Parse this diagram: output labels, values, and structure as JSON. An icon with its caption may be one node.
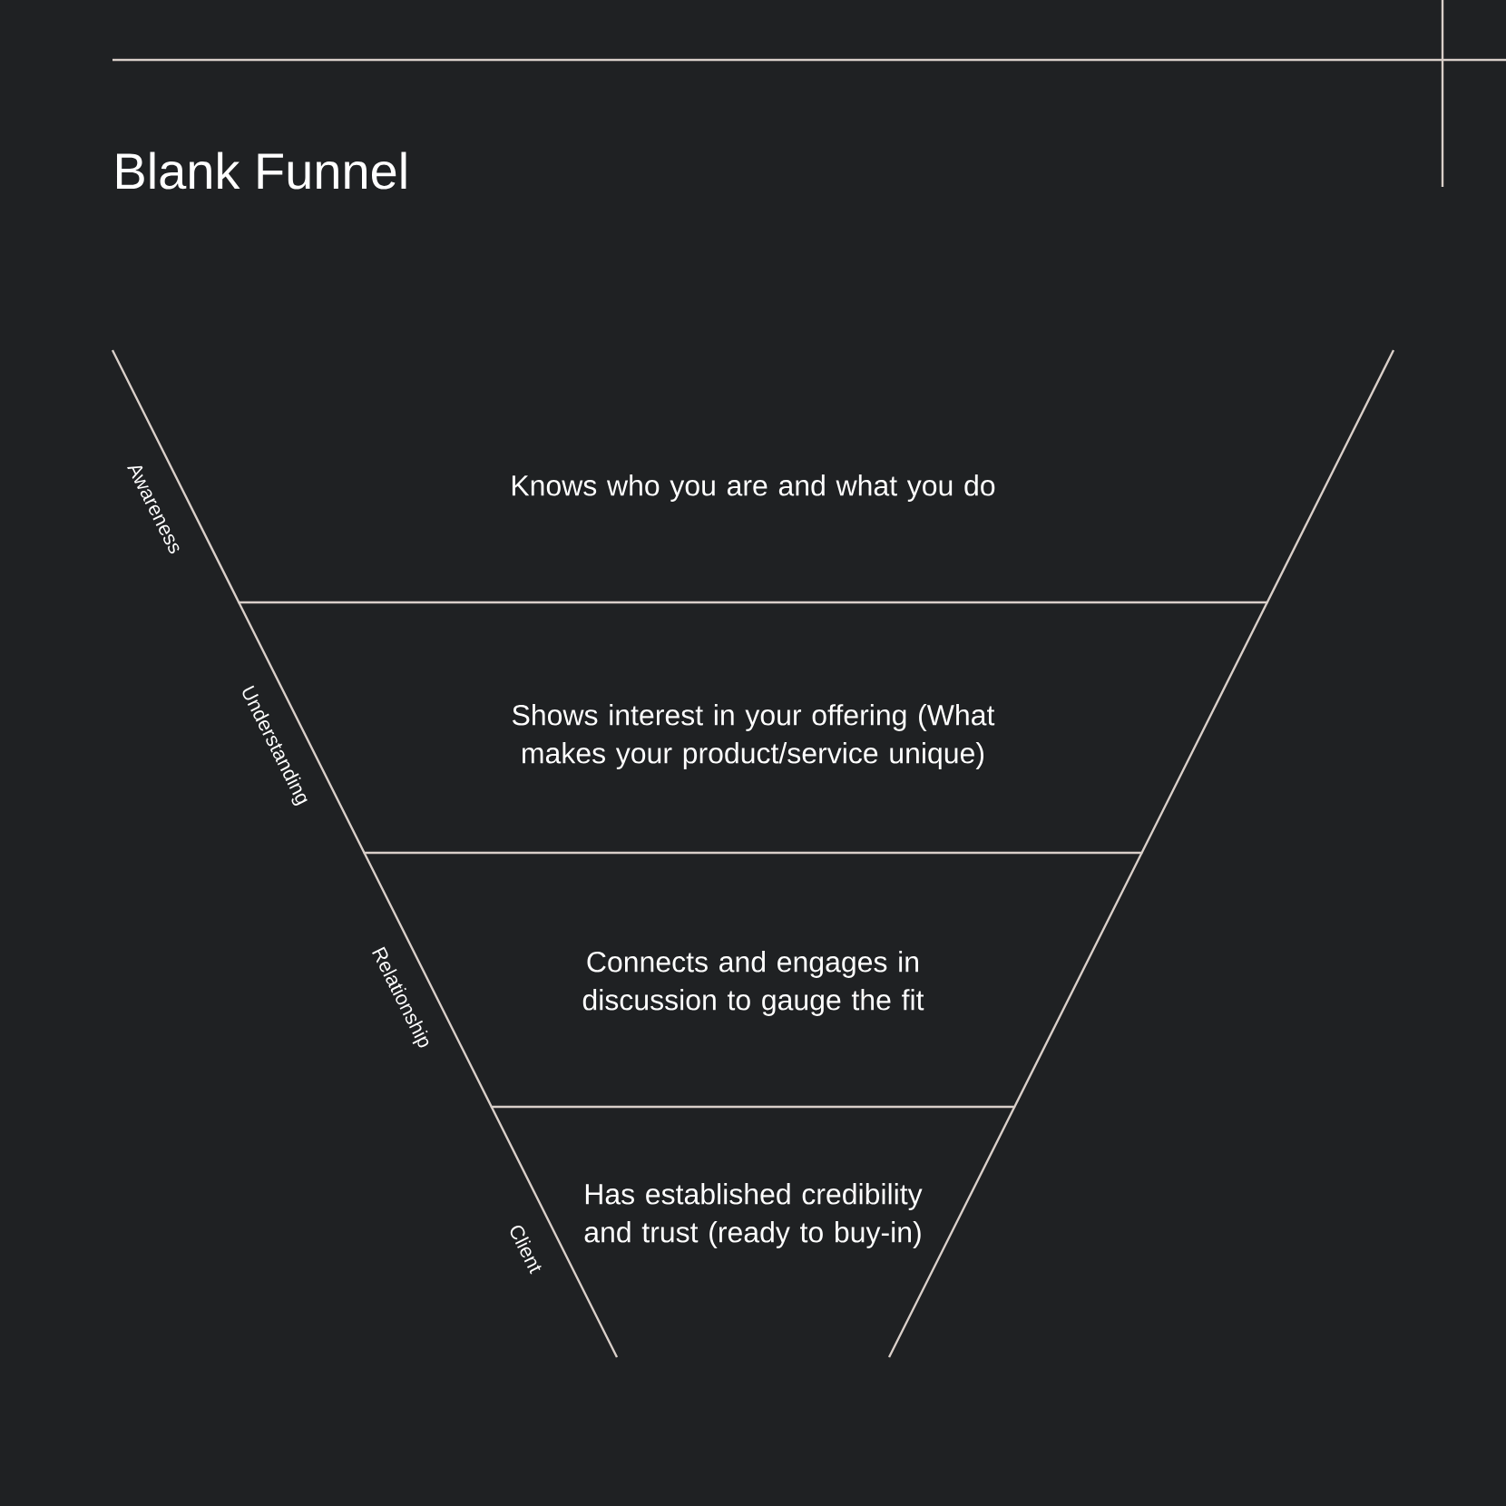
{
  "diagram": {
    "title": "Blank Funnel",
    "nodes": [
      {
        "text": [
          "Knows who you are and what you do"
        ]
      },
      {
        "text": [
          "Shows interest in your offering (What makes your product/service unique)"
        ]
      },
      {
        "text": [
          "Connects and engages in discussion to gauge the fit"
        ]
      },
      {
        "text": [
          "Has established credibility and trust (ready to buy-in)"
        ]
      }
    ],
    "labels": [
      "Awareness",
      "Understanding",
      "Relationship",
      "Client"
    ]
  }
}
